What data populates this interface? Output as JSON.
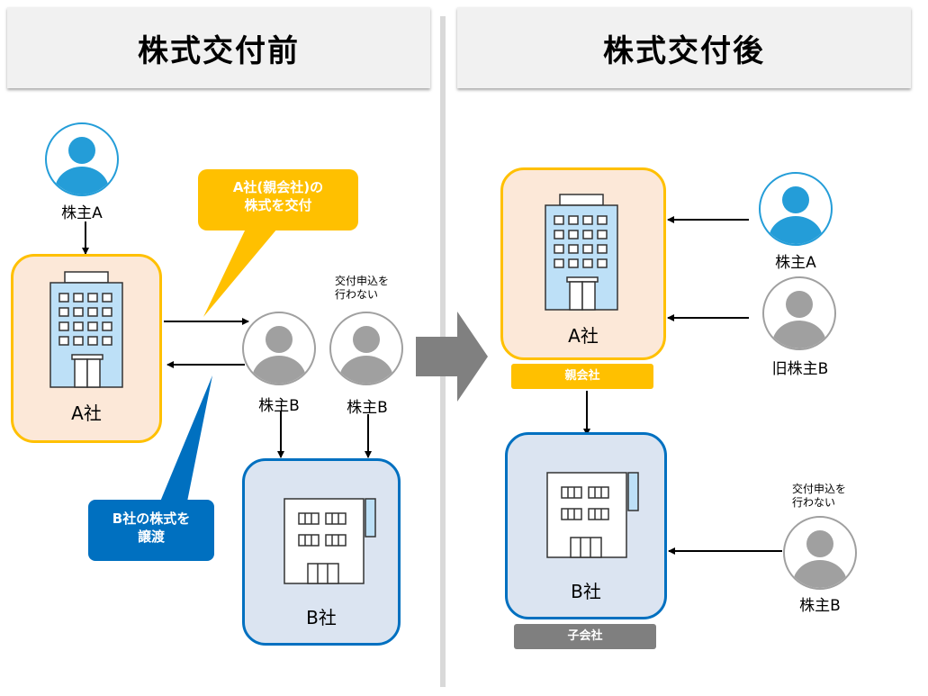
{
  "headers": {
    "before": "株式交付前",
    "after": "株式交付後"
  },
  "before": {
    "shareholder_a": "株主A",
    "company_a": "A社",
    "shareholder_b1": "株主B",
    "shareholder_b2": "株主B",
    "no_application_note": "交付申込を\n行わない",
    "company_b": "B社",
    "callout_yellow": "A社(親会社)の\n株式を交付",
    "callout_blue": "B社の株式を\n譲渡"
  },
  "after": {
    "company_a": "A社",
    "parent_tag": "親会社",
    "shareholder_a": "株主A",
    "former_shareholder_b": "旧株主B",
    "company_b": "B社",
    "subsidiary_tag": "子会社",
    "no_application_note": "交付申込を\n行わない",
    "shareholder_b": "株主B"
  },
  "colors": {
    "shareholder_a": "#249dd8",
    "shareholder_b": "#a0a0a0",
    "company_a_fill": "#fce8d8",
    "company_a_border": "#ffc000",
    "company_b_fill": "#dbe4f1",
    "company_b_border": "#0070c0",
    "parent_tag": "#ffc000",
    "subsidiary_tag": "#7f7f7f",
    "transition_arrow": "#808080"
  }
}
